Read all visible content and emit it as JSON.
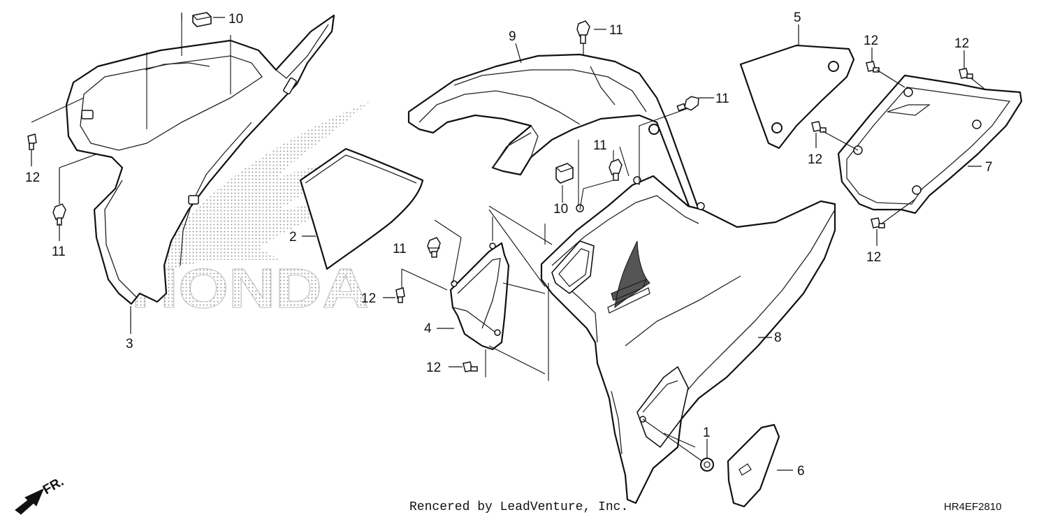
{
  "diagram": {
    "watermark_text": "HONDA",
    "callouts": {
      "p1": "1",
      "p2": "2",
      "p3": "3",
      "p4": "4",
      "p5": "5",
      "p6": "6",
      "p7": "7",
      "p8": "8",
      "p9": "9",
      "p10a": "10",
      "p10b": "10",
      "p11a": "11",
      "p11b": "11",
      "p11c": "11",
      "p11d": "11",
      "p11e": "11",
      "p12a": "12",
      "p12b": "12",
      "p12c": "12",
      "p12d": "12",
      "p12e": "12",
      "p12f": "12",
      "p12g": "12"
    },
    "front_indicator": "FR.",
    "footer_credit": "Rencered by LeadVenture, Inc.",
    "diagram_code": "HR4EF2810"
  }
}
